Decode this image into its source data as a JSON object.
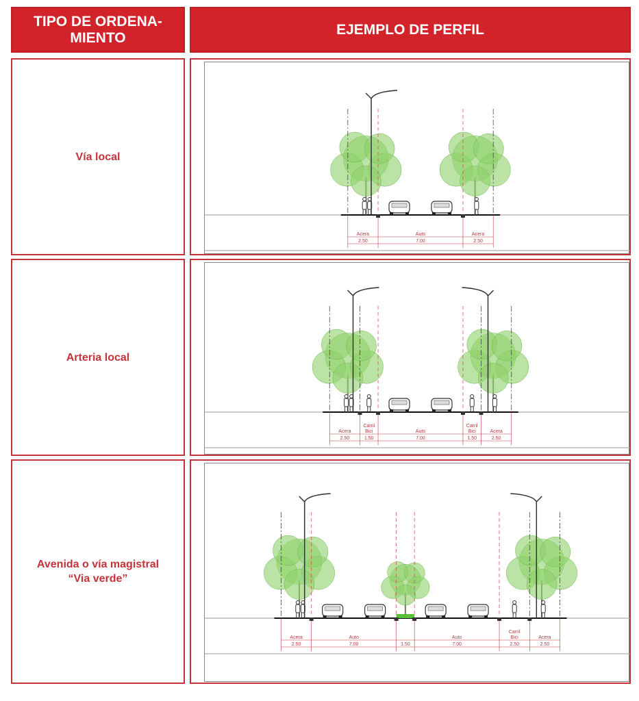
{
  "header": {
    "col1": "TIPO DE ORDENA-\nMIENTO",
    "col2": "EJEMPLO DE PERFIL"
  },
  "colors": {
    "accent": "#d2232a",
    "tree": "#8fd06a",
    "dim": "#c4323a"
  },
  "rows": [
    {
      "type": "Vía local",
      "segments": [
        {
          "label": "Acera",
          "value": "2.50",
          "w": 2.5
        },
        {
          "label": "Auto",
          "value": "7.00",
          "w": 7
        },
        {
          "label": "Acera",
          "value": "2.50",
          "w": 2.5
        }
      ]
    },
    {
      "type": "Arteria local",
      "segments": [
        {
          "label": "Acera",
          "value": "2.50",
          "w": 2.5
        },
        {
          "label": "Carril\nBici",
          "value": "1.50",
          "w": 1.5
        },
        {
          "label": "Auto",
          "value": "7.00",
          "w": 7
        },
        {
          "label": "Carril\nBici",
          "value": "1.50",
          "w": 1.5
        },
        {
          "label": "Acera",
          "value": "2.50",
          "w": 2.5
        }
      ]
    },
    {
      "type": "Avenida o vía magistral\n“Via verde”",
      "segments": [
        {
          "label": "Acera",
          "value": "2.50",
          "w": 2.5
        },
        {
          "label": "Auto",
          "value": "7.00",
          "w": 7
        },
        {
          "label": "",
          "value": "1.50",
          "w": 1.5
        },
        {
          "label": "Auto",
          "value": "7.00",
          "w": 7
        },
        {
          "label": "Carril\nBici",
          "value": "2.50",
          "w": 2.5
        },
        {
          "label": "Acera",
          "value": "2.50",
          "w": 2.5
        }
      ]
    }
  ]
}
